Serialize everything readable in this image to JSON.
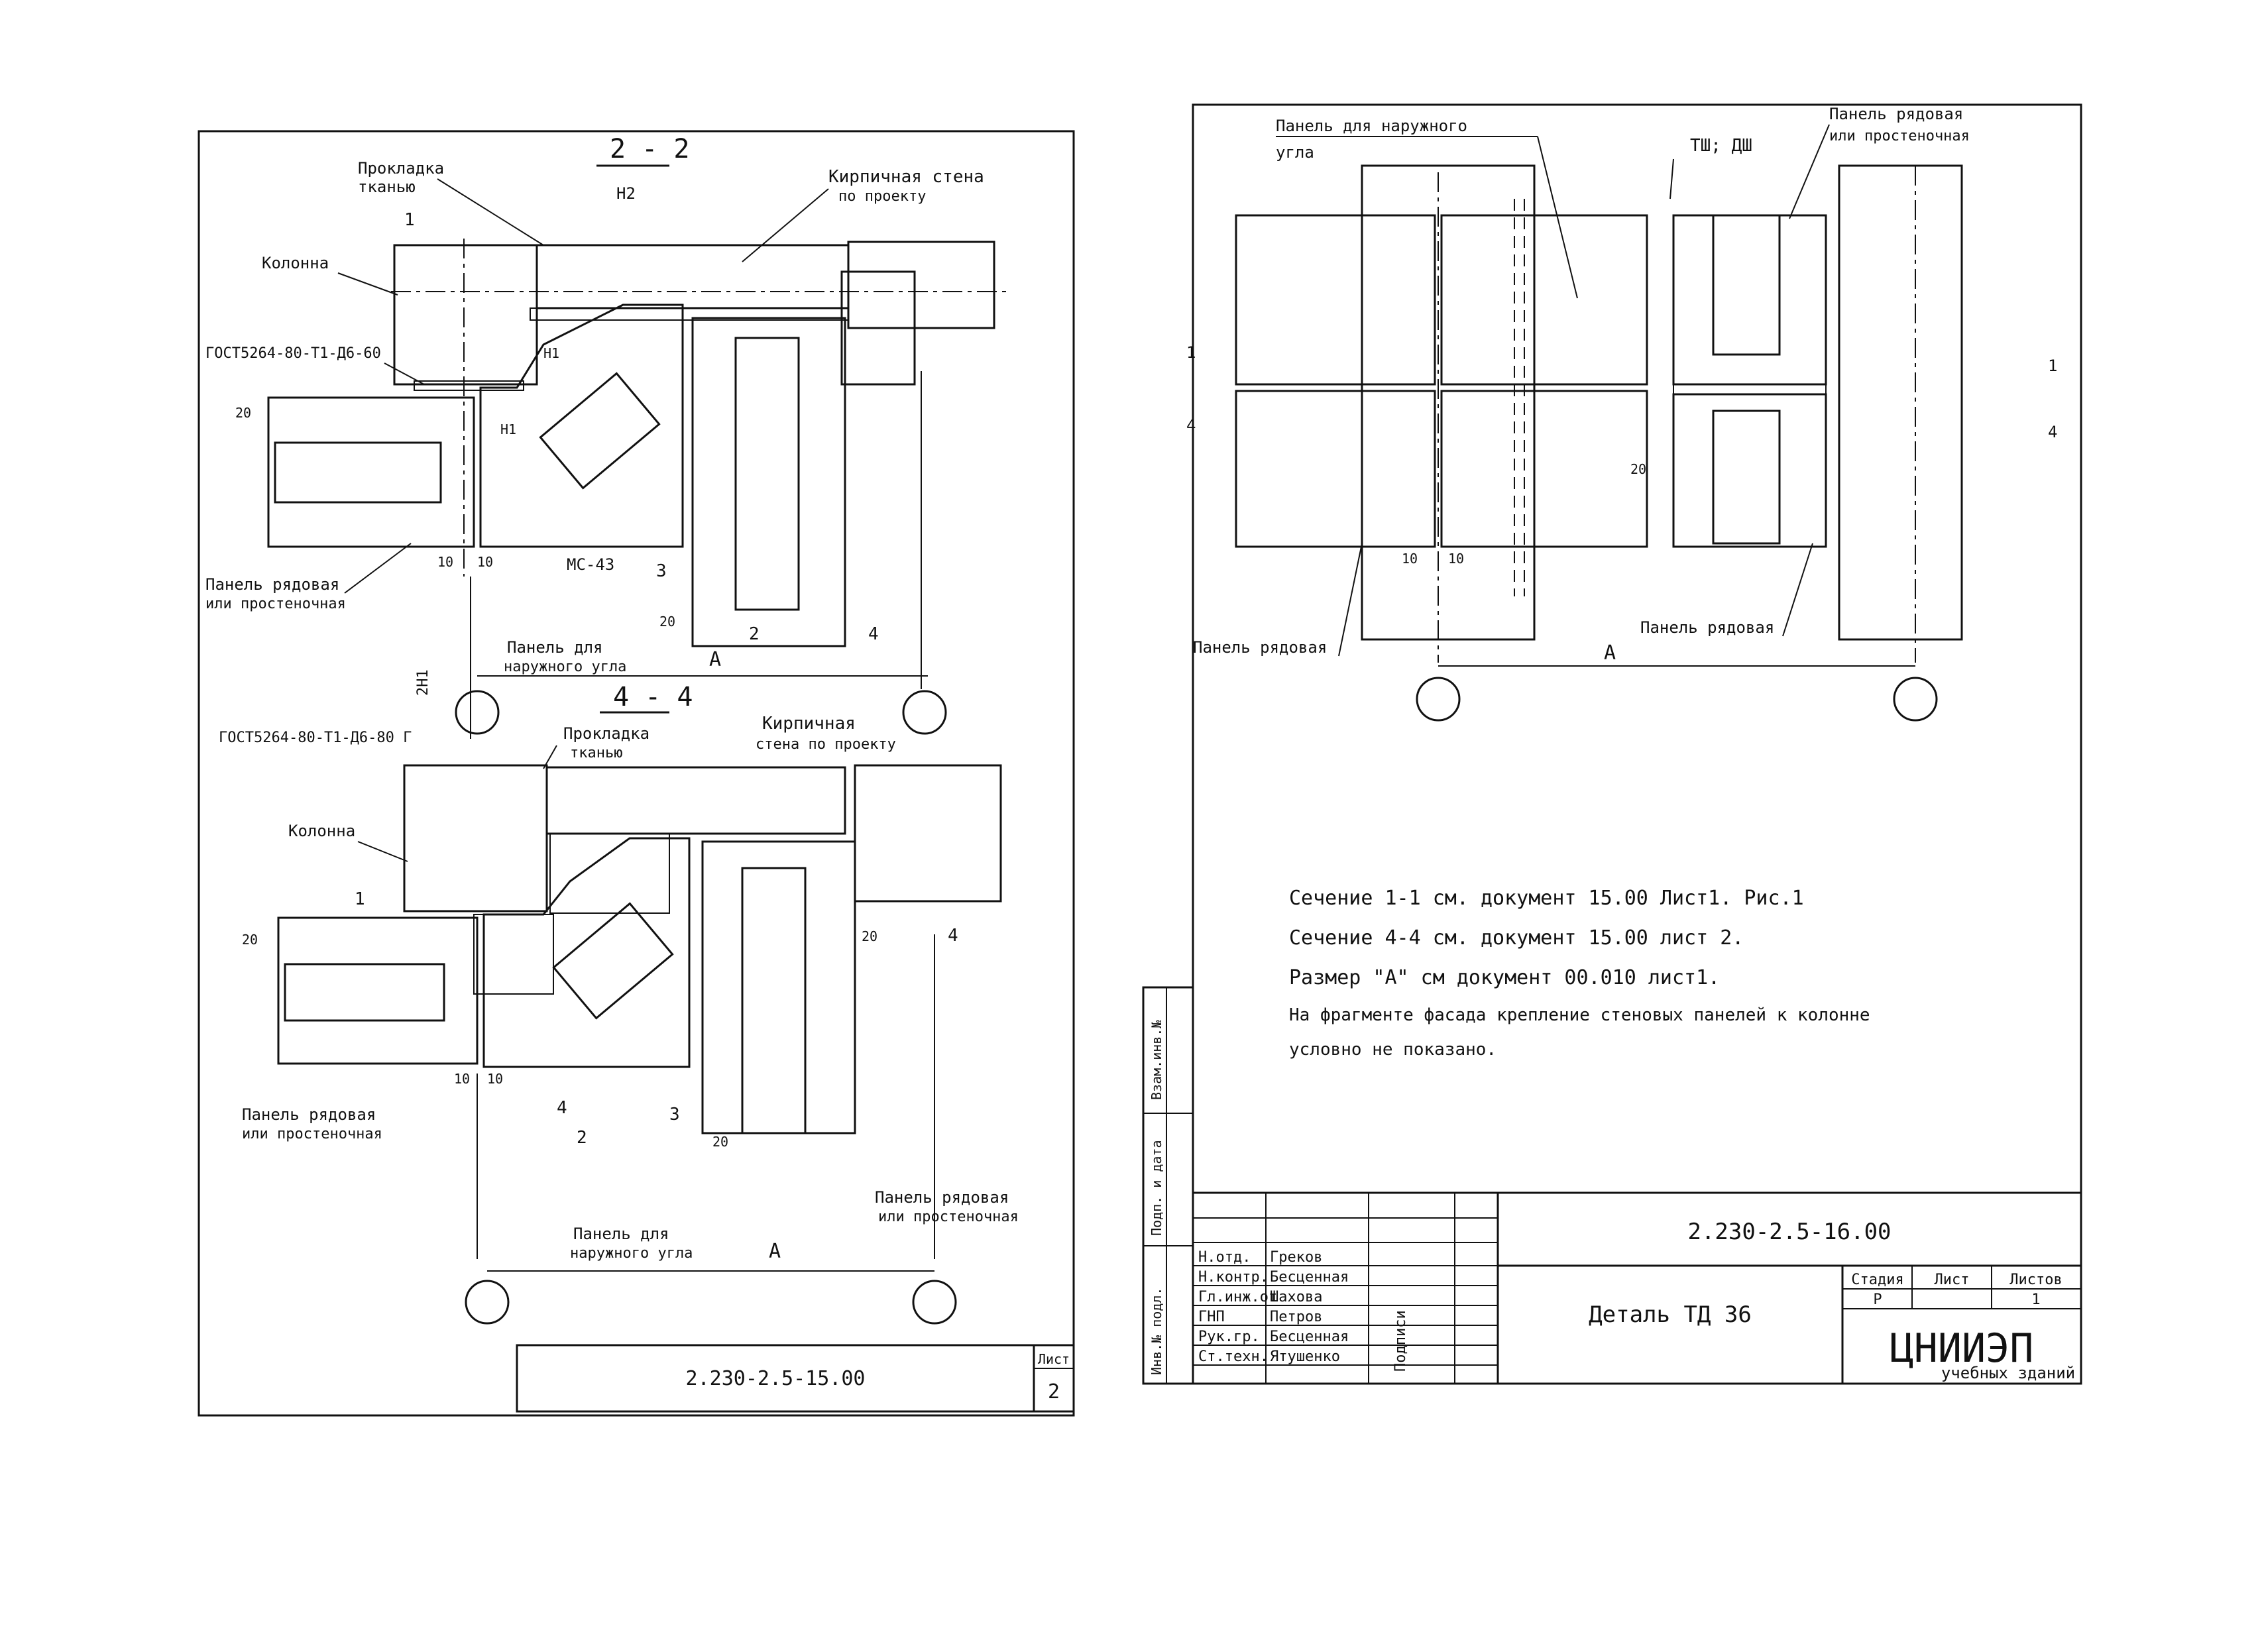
{
  "left_sheet": {
    "section_2_2": {
      "title": "2 - 2",
      "labels": {
        "gasket": "Прокладка",
        "gasket_2": "тканью",
        "brick_wall": "Кирпичная стена",
        "brick_wall_2": "по проекту",
        "column": "Колонна",
        "n2": "Н2",
        "n1": "Н1",
        "n1b": "Н1",
        "gost_top": "ГОСТ5264-80-Т1-Д6-60",
        "dim_20": "20",
        "num_1": "1",
        "ms43": "МС-43",
        "num_3": "3",
        "num_2": "2",
        "num_4": "4",
        "dim_10a": "10",
        "dim_10b": "10",
        "dim_20b": "20",
        "panel_row": "Панель рядовая",
        "panel_row_2": "или простеночная",
        "panel_corner": "Панель для",
        "panel_corner_2": "наружного угла",
        "axis_a": "А",
        "n2n1": "2Н1",
        "gost_bottom": "ГОСТ5264-80-Т1-Д6-80 Г"
      }
    },
    "section_4_4": {
      "title": "4 - 4",
      "labels": {
        "gasket": "Прокладка",
        "gasket_2": "тканью",
        "brick_wall": "Кирпичная",
        "brick_wall_2": "стена по проекту",
        "column": "Колонна",
        "num_1": "1",
        "dim_20": "20",
        "dim_20b": "20",
        "num_4": "4",
        "num_4b": "4",
        "num_3": "3",
        "num_2": "2",
        "dim_10a": "10",
        "dim_10b": "10",
        "dim_20c": "20",
        "panel_row": "Панель рядовая",
        "panel_row_2": "или простеночная",
        "panel_row_r": "Панель рядовая",
        "panel_row_r2": "или простеночная",
        "panel_corner": "Панель для",
        "panel_corner_2": "наружного угла",
        "axis_a": "А"
      }
    },
    "title_block": {
      "doc_code": "2.230-2.5-15.00",
      "sheet_label": "Лист",
      "sheet_no": "2"
    }
  },
  "right_sheet": {
    "facade": {
      "labels": {
        "panel_outer_corner": "Панель для наружного",
        "panel_outer_corner_2": "угла",
        "tsh": "ТШ; ДШ",
        "panel_row": "Панель рядовая",
        "panel_row_2": "или простеночная",
        "mark_1_left": "1",
        "mark_4_left": "4",
        "mark_1_right": "1",
        "mark_4_right": "4",
        "dim_20": "20",
        "dim_10a": "10",
        "dim_10b": "10",
        "panel_row_bottom_left": "Панель рядовая",
        "panel_row_bottom_right": "Панель рядовая",
        "axis_a": "А"
      }
    },
    "notes": [
      "Сечение 1-1 см. документ 15.00 Лист1. Рис.1",
      "Сечение 4-4 см. документ 15.00 лист 2.",
      "Размер \"А\" см документ 00.010 лист1.",
      "На фрагменте фасада крепление стеновых панелей к колонне",
      "условно не показано."
    ],
    "side_stamp": {
      "vzam": "Взам.инв.№",
      "podp": "Подп. и дата",
      "inv": "Инв.№ подл."
    },
    "title_block": {
      "doc_code": "2.230-2.5-16.00",
      "title": "Деталь ТД 36",
      "stage_label": "Стадия",
      "sheet_label": "Лист",
      "sheets_label": "Листов",
      "stage": "Р",
      "sheets": "1",
      "org": "ЦНИИЭП",
      "org_sub": "учебных зданий",
      "sign_label": "Подписи",
      "roles": [
        {
          "role": "Н.отд.",
          "name": "Греков"
        },
        {
          "role": "Н.контр.",
          "name": "Бесценная"
        },
        {
          "role": "Гл.инж.от",
          "name": "Шахова"
        },
        {
          "role": "ГНП",
          "name": "Петров"
        },
        {
          "role": "Рук.гр.",
          "name": "Бесценная"
        },
        {
          "role": "Ст.техн.",
          "name": "Ятушенко"
        }
      ]
    }
  }
}
